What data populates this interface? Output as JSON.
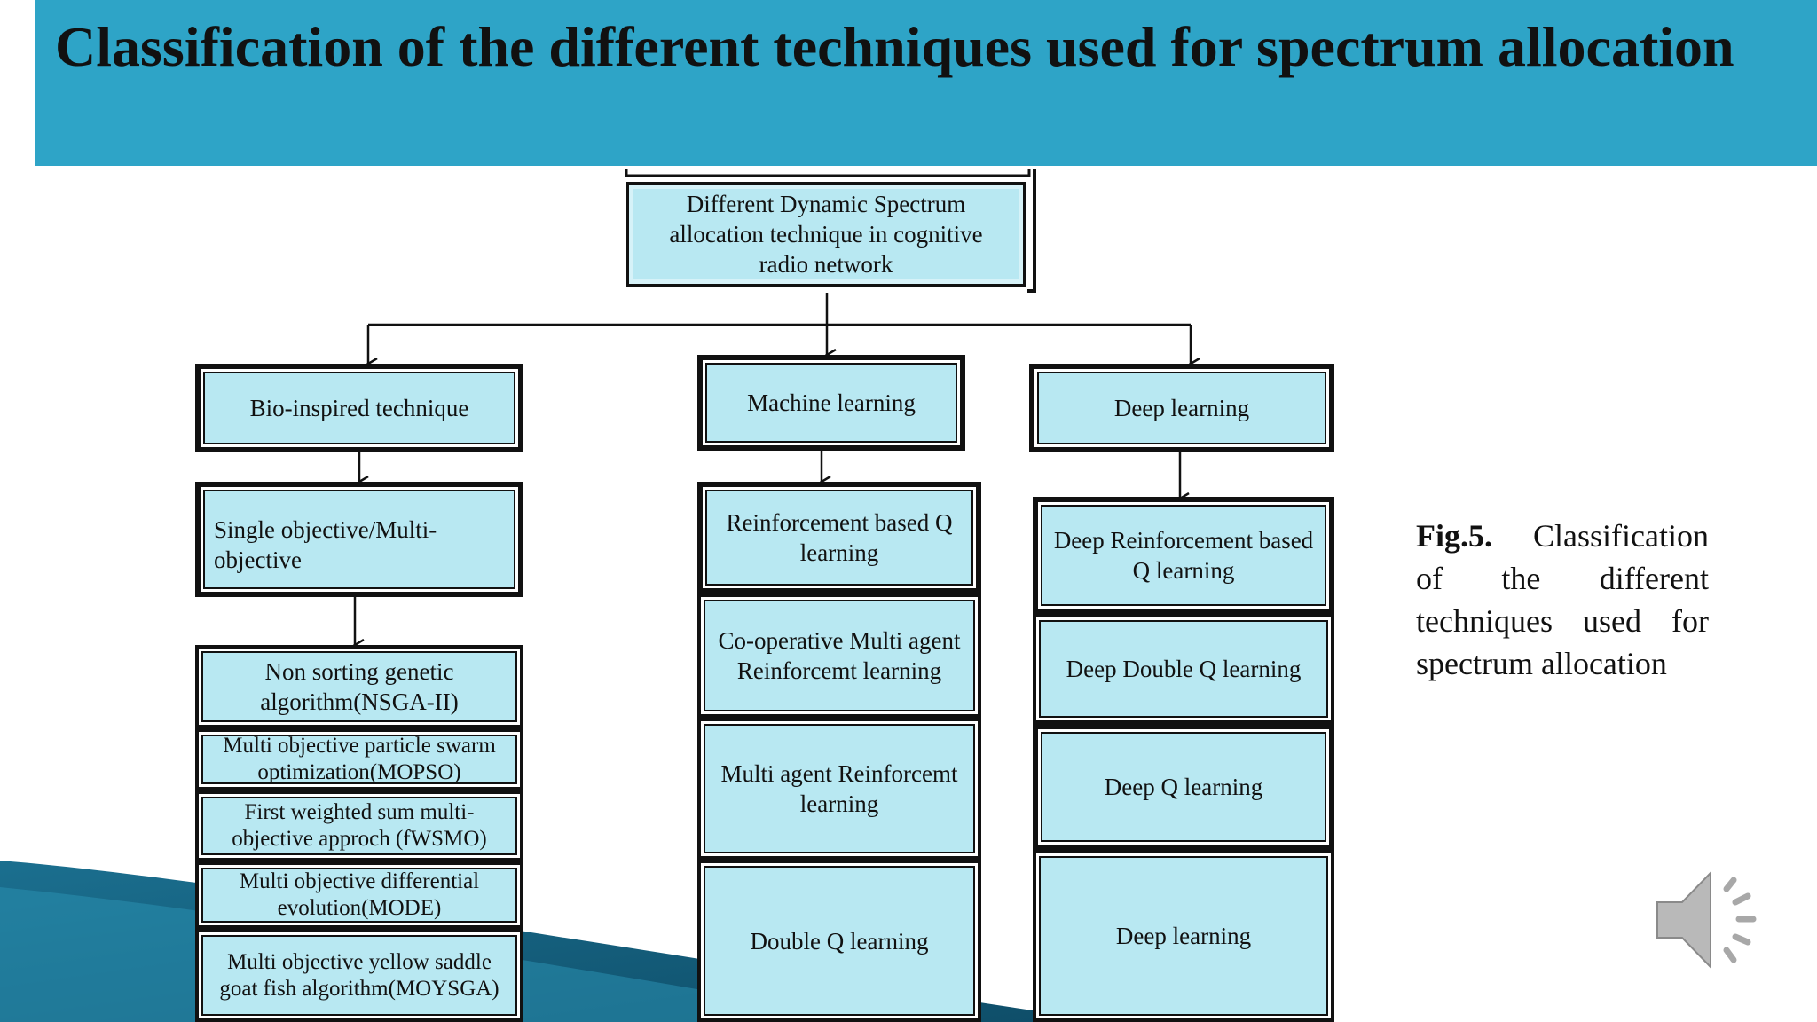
{
  "slide": {
    "title": "Classification of the different techniques used for spectrum allocation"
  },
  "diagram": {
    "root": "Different Dynamic Spectrum allocation technique in cognitive radio network",
    "columns": [
      {
        "heading": "Bio-inspired technique",
        "sub": "Single objective/Multi-objective",
        "items": [
          "Non sorting genetic algorithm(NSGA-II)",
          "Multi objective particle swarm optimization(MOPSO)",
          "First weighted sum multi-objective approch (fWSMO)",
          "Multi objective differential evolution(MODE)",
          "Multi objective yellow saddle goat fish algorithm(MOYSGA)"
        ]
      },
      {
        "heading": "Machine learning",
        "items": [
          "Reinforcement based Q learning",
          "Co-operative Multi agent Reinforcemt learning",
          "Multi agent Reinforcemt learning",
          "Double Q learning"
        ]
      },
      {
        "heading": "Deep learning",
        "items": [
          "Deep Reinforcement based Q learning",
          "Deep Double Q learning",
          "Deep Q learning",
          "Deep learning"
        ]
      }
    ]
  },
  "caption": {
    "label": "Fig.5.",
    "text": "Classification of the different techniques used for spectrum allocation"
  },
  "colors": {
    "title_bar": "#2ea4c7",
    "node_fill": "#b8e8f2"
  },
  "icons": {
    "speaker": "speaker-volume-icon"
  }
}
